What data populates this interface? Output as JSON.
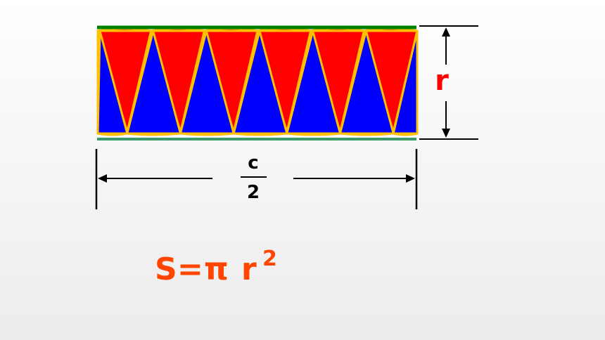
{
  "diagram": {
    "height_label": "r",
    "width_label_numerator": "c",
    "width_label_denominator": "2",
    "formula": {
      "lhs": "S",
      "equals": "=",
      "pi": "π",
      "var": "r",
      "exponent": "2"
    },
    "sector_count_per_color": 6,
    "colors": {
      "sector_up": "#ff0000",
      "sector_down": "#0000ff",
      "outline": "#ffc000",
      "top_line": "#008000",
      "bottom_line": "#3a9a6a",
      "dimension": "#000000",
      "height_label": "#ff0000",
      "formula": "#ff4500"
    }
  }
}
